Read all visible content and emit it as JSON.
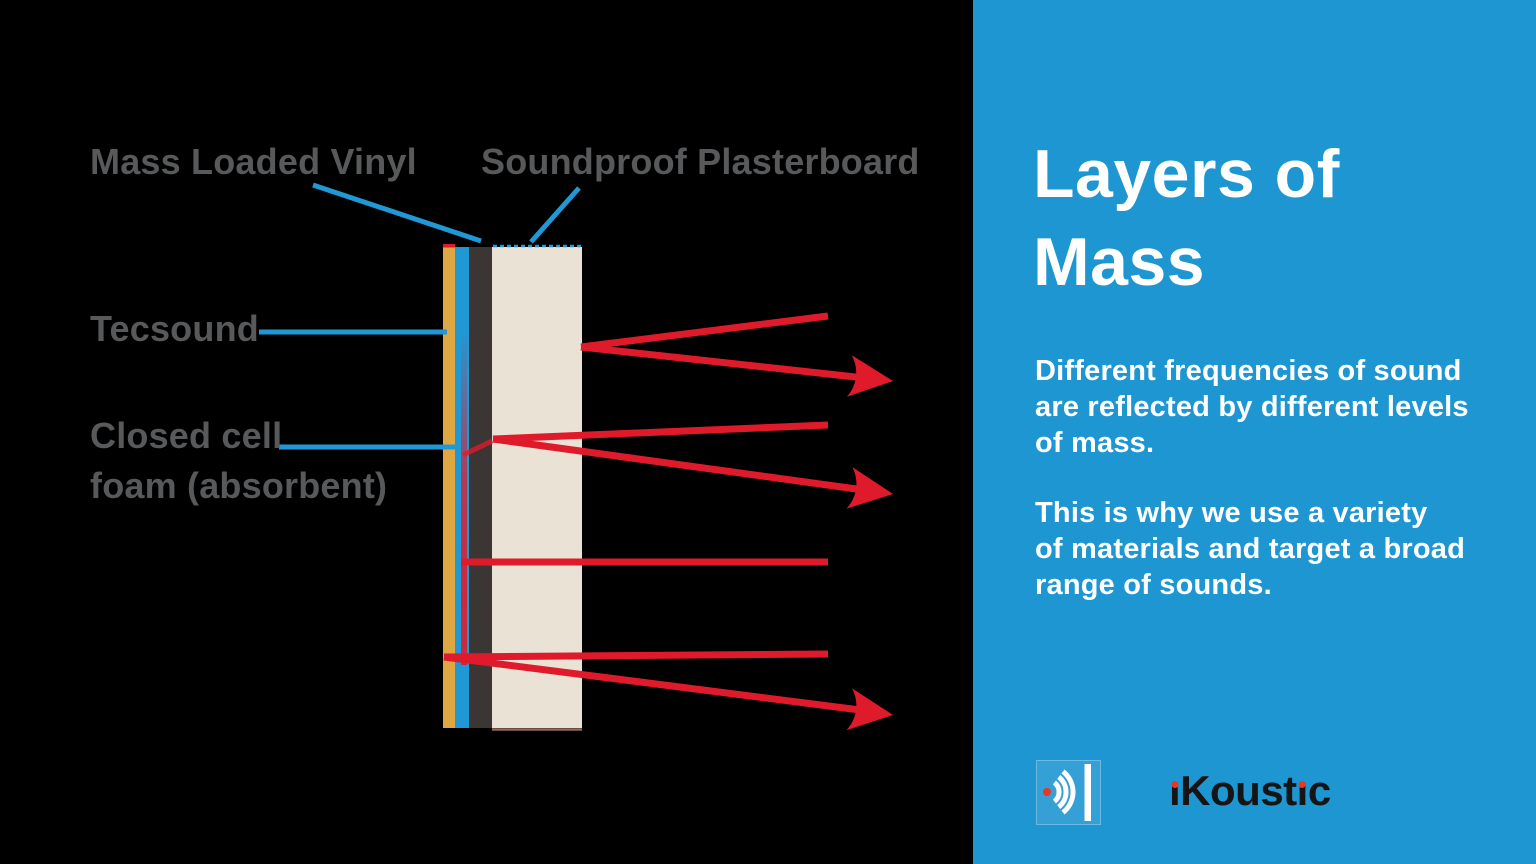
{
  "colors": {
    "background_black": "#000000",
    "panel_blue": "#1E96D2",
    "pointer_blue": "#2098D6",
    "arrow_red": "#DF1B2B",
    "label_gray": "#58595B",
    "layer_gold": "#DFA742",
    "layer_dark": "#3B3633",
    "layer_beige": "#EAE2D4",
    "logo_red": "#EE3524",
    "text_white": "#FFFFFF"
  },
  "diagram": {
    "labels": {
      "mass_loaded_vinyl": "Mass Loaded Vinyl",
      "soundproof_plasterboard": "Soundproof Plasterboard",
      "tecsound": "Tecsound",
      "closed_cell_foam": "Closed cell\nfoam (absorbent)"
    },
    "layers": [
      {
        "label": "Tecsound",
        "color": "#DFA742"
      },
      {
        "label": "Closed cell foam (absorbent)",
        "color": "#2098D6"
      },
      {
        "label": "Mass Loaded Vinyl",
        "color": "#3B3633"
      },
      {
        "label": "Soundproof Plasterboard",
        "color": "#EAE2D4"
      }
    ],
    "arrows": "red sound rays reflecting off layers at different depths"
  },
  "panel": {
    "title": "Layers of\nMass",
    "paragraphs": [
      "Different frequencies of sound\nare reflected by different levels\nof mass.",
      "This is why we use a variety\nof materials and target a broad\nrange of sounds."
    ]
  },
  "logo": {
    "text": "iKoustic",
    "icon": "sound-waves-icon"
  }
}
